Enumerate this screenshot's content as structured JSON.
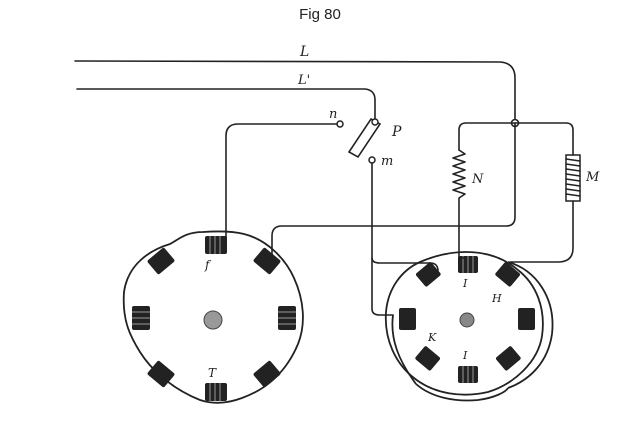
{
  "figure": {
    "title": "Fig 80"
  },
  "labels": {
    "line_L": "L",
    "line_L_prime": "L'",
    "contact_n": "n",
    "switch_P": "P",
    "contact_m": "m",
    "resistance_N": "N",
    "resistance_M": "M",
    "coil_f": "f",
    "coil_T": "T",
    "coil_I_top": "I",
    "coil_H": "H",
    "coil_K": "K",
    "coil_I_bottom": "I"
  }
}
